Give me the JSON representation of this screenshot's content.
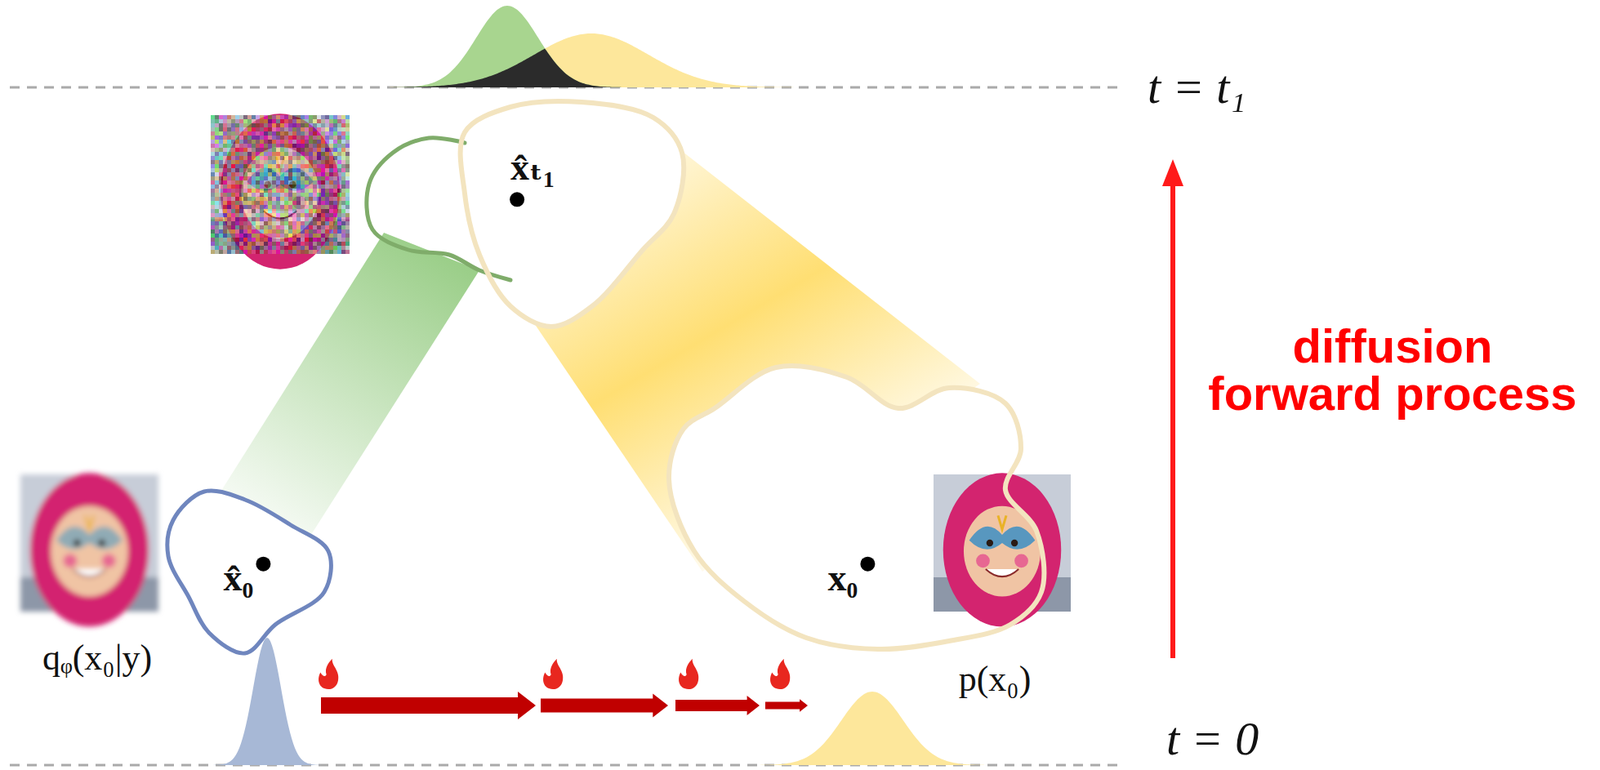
{
  "diagram": {
    "nodes": [
      {
        "text": [
          "x̂₀",
          "qᵩ(x₀|y)"
        ]
      },
      {
        "text": [
          "x̂ₜ₁"
        ]
      },
      {
        "text": [
          "x₀",
          "p(x₀)"
        ]
      }
    ],
    "labels": [
      "t = t₁",
      "diffusion forward process",
      "t = 0"
    ]
  }
}
